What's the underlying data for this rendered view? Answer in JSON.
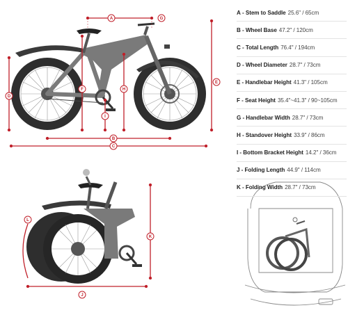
{
  "accent_color": "#c0202a",
  "frame_color": "#7a7a7a",
  "tire_color": "#2e2e2e",
  "specs": [
    {
      "letter": "A",
      "name": "Stem to Saddle",
      "value": "25.6\" / 65cm"
    },
    {
      "letter": "B",
      "name": "Wheel Base",
      "value": "47.2\" / 120cm"
    },
    {
      "letter": "C",
      "name": "Total Length",
      "value": "76.4\" / 194cm"
    },
    {
      "letter": "D",
      "name": "Wheel Diameter",
      "value": "28.7\" / 73cm"
    },
    {
      "letter": "E",
      "name": "Handlebar Height",
      "value": "41.3\" / 105cm"
    },
    {
      "letter": "F",
      "name": "Seat Height",
      "value": "35.4\"~41.3\" / 90~105cm"
    },
    {
      "letter": "G",
      "name": "Handlebar Width",
      "value": "28.7\" / 73cm"
    },
    {
      "letter": "H",
      "name": "Standover Height",
      "value": "33.9\" / 86cm"
    },
    {
      "letter": "I",
      "name": "Bottom Bracket Height",
      "value": "14.2\" / 36cm"
    },
    {
      "letter": "J",
      "name": "Folding Length",
      "value": "44.9\" / 114cm"
    },
    {
      "letter": "K",
      "name": "Folding Width",
      "value": "28.7\" / 73cm"
    }
  ],
  "diagram_labels": {
    "A": "A",
    "B": "B",
    "C": "C",
    "D": "D",
    "E": "E",
    "F": "F",
    "G": "G",
    "H": "H",
    "I": "I",
    "J": "J",
    "K": "K",
    "L": "L"
  }
}
